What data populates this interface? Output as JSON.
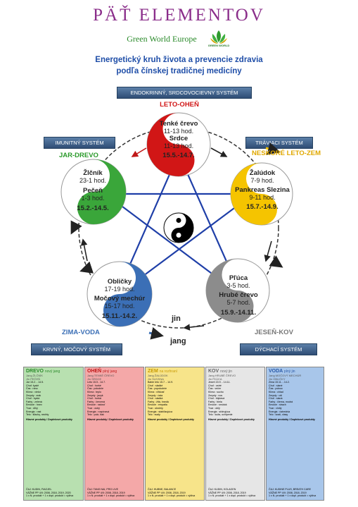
{
  "header": {
    "title": "PÄŤ ELEMENTOV",
    "brand": "Green World Europe",
    "logo_text": "GREEN WORLD",
    "subtitle_line1": "Energetický kruh života a prevencie zdravia",
    "subtitle_line2": "podľa čínskej tradičnej medicíny"
  },
  "systems": {
    "top": "ENDOKRINNÝ, SRDCOVOCIEVNY SYSTÉM",
    "left": "IMUNITNÝ SYSTÉM",
    "right": "TRÁVIACI SYSTÉM",
    "bottom_left": "KRVNÝ, MOČOVÝ SYSTÉM",
    "bottom_right": "DÝCHACÍ SYSTÉM"
  },
  "elements": {
    "fire": {
      "label": "LETO-OHEŇ",
      "organ1": "Tenké črevo",
      "time1": "11-13 hod.",
      "organ2": "Srdce",
      "time2": "11-13 hod.",
      "date": "15.5.-14.7.",
      "color": "#d11616"
    },
    "earth": {
      "label": "NESKORÉ LETO-ZEM",
      "organ1": "Žalúdok",
      "time1": "7-9 hod.",
      "organ2": "Pankreas Slezina",
      "time2": "9-11 hod.",
      "date": "15.7.-14.9.",
      "color": "#f5c400"
    },
    "metal": {
      "label": "JESEŇ-KOV",
      "organ1": "Pľúca",
      "time1": "3-5 hod.",
      "organ2": "Hrubé črevo",
      "time2": "5-7 hod.",
      "date": "15.9.-14.11.",
      "color": "#8c8c8c"
    },
    "water": {
      "label": "ZIMA-VODA",
      "organ1": "Obličky",
      "time1": "17-19 hod.",
      "organ2": "Močový mechúr",
      "time2": "15-17 hod.",
      "date": "15.11.-14.2.",
      "color": "#3b6fb6"
    },
    "wood": {
      "label": "JAR-DREVO",
      "organ1": "Žlčník",
      "time1": "23-1 hod.",
      "organ2": "Pečeň",
      "time2": "1-3 hod.",
      "date": "15.2.-14.5.",
      "color": "#3aa63a"
    }
  },
  "yin_label": "jin",
  "yang_label": "jang",
  "panels": [
    {
      "header": "DREVO",
      "header_extra": "nový  jang",
      "sub": "Jang ŽLČNÍK",
      "sub2": "Jin PEČEŇ",
      "lines": [
        "Jar 15.2. - 14.5.",
        "Chuť: kyslé",
        "Čas : ráno",
        "Klíma : vietor",
        "Zmysly : zrak",
        "Chuť : kyslá",
        "Farby : zelená",
        "Emócie : hnev",
        "Tvar : dlhý",
        "Energia : rast",
        "Telo : šľachy, nechty"
      ],
      "products_title": "Hlavné produkty / Doplnkové produkty",
      "footer1": "ČAJ: KUDIN, FIAOJEL",
      "footer2": "VÁŽNE PP 4/II: 2008, 2018, 2019, 2020",
      "footer3": "1 x N. produkt + 1 x dopl. produkt = výživa",
      "bg": "#b8e0b0",
      "head_color": "#2a8a2a"
    },
    {
      "header": "OHEŇ",
      "header_extra": "plný  jang",
      "sub": "Jang TENKÉ ČREVO",
      "sub2": "Jin SRDCE",
      "lines": [
        "Leto 15.5 - 14.7.",
        "Chuť : horké",
        "Čas : poludnie",
        "Klíma : teplo",
        "Zmysly : jazyk",
        "Chuť : horká",
        "Farby : červená",
        "Emócie : radosť",
        "Tvar : ostrý",
        "Energia : rozpínavá",
        "Telo : pulz, tlak"
      ],
      "products_title": "Hlavné produkty / Doplnkové produkty",
      "footer1": "ČAJ: TANG NAI, PRO LIVE",
      "footer2": "VÁŽNE PP 4/II: 2008, 2018, 2019",
      "footer3": "1 x N. produkt + 1 x dopl. produkt = výživa",
      "bg": "#f4a8a8",
      "head_color": "#c01818"
    },
    {
      "header": "ZEM",
      "header_extra": "na rozhraní",
      "sub": "Jang ŽALÚDOK",
      "sub2": "Jin SLEZINA",
      "lines": [
        "Babie leto 15.7. - 14.9.",
        "Chuť : sladké",
        "Čas : popoludnie",
        "Klíma : vlhkosť",
        "Zmysly : ústa",
        "Chuť : sladká",
        "Farby : žltá, hnedá",
        "Emócie : empatia",
        "Tvar : okrúhly",
        "Energia : stabilizujúca",
        "Telo : svaly"
      ],
      "products_title": "Hlavné produkty / Doplnkové produkty",
      "footer1": "ČAJ: HUBNE, BALANCE",
      "footer2": "VÁŽNE PP 4/II: 2008, 2018, 2019",
      "footer3": "1 x N. produkt + 1 x dopl. produkt = výživa",
      "bg": "#f7e48a",
      "head_color": "#c89a00"
    },
    {
      "header": "KOV",
      "header_extra": "nový  jin",
      "sub": "Jang HRUBÉ ČREVO",
      "sub2": "Jin PĽÚCA",
      "lines": [
        "Jeseň 15.9. - 14.11.",
        "Chuť : ostré",
        "Čas : večer",
        "Klíma : sucho",
        "Zmysly : nos",
        "Chuť : štiplavá",
        "Farby : biela",
        "Emócie : smútok",
        "Tvar : oblý",
        "Energia : sťahujúca",
        "Telo : koža, ochlpenie"
      ],
      "products_title": "Hlavné produkty / Doplnkové produkty",
      "footer1": "ČAJ: KUDIN, KOLAGEN",
      "footer2": "VÁŽNE PP 4/II: 2008, 2018, 2019",
      "footer3": "1 x N. produkt + 1 x dopl. produkt = výživa",
      "bg": "#e6e6e6",
      "head_color": "#666666"
    },
    {
      "header": "VODA",
      "header_extra": "plný  jin",
      "sub": "Jang MOČOVÝ MECHÚR",
      "sub2": "Jin OBLIČKY",
      "lines": [
        "Zima 15.11. - 14.2.",
        "Chuť : slané",
        "Čas : polnoc",
        "Klíma : chlad",
        "Zmysly : uši",
        "Chuť : slaná",
        "Farby : čierna, modrá",
        "Emócie : strach",
        "Tvar : vlnitý",
        "Energia : ústrednia",
        "Telo : kosti, vlasy"
      ],
      "products_title": "Hlavné produkty / Doplnkové produkty",
      "footer1": "ČAJ: KUDINE PLUS, BREATH CARE",
      "footer2": "VÁŽNE PP 4/II: 2008, 2018, 2019",
      "footer3": "1 x N. produkt + 1 x dopl. produkt = výživa",
      "bg": "#a8c6ea",
      "head_color": "#2a5aa8"
    }
  ]
}
